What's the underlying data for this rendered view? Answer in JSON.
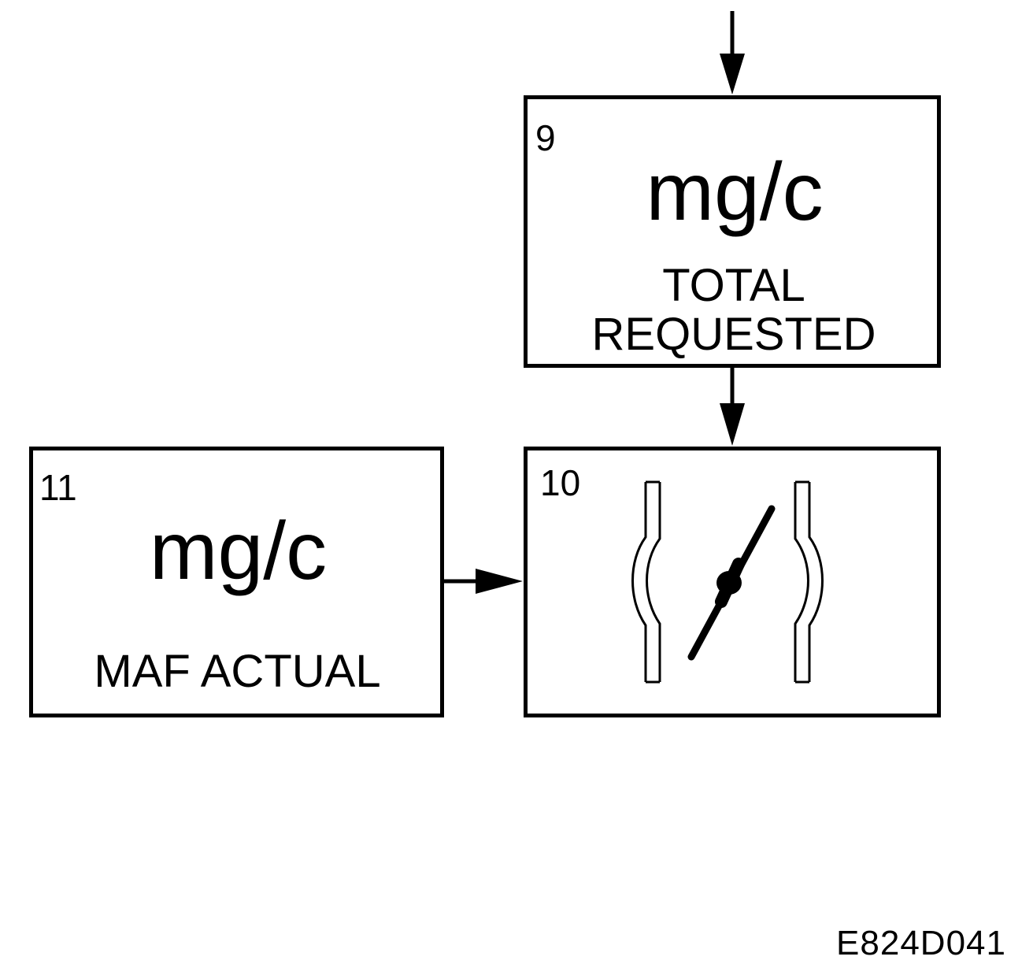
{
  "boxes": {
    "requested": {
      "number": "9",
      "unit": "mg/c",
      "label_line1": "TOTAL",
      "label_line2": "REQUESTED"
    },
    "throttle": {
      "number": "10"
    },
    "actual": {
      "number": "11",
      "unit": "mg/c",
      "label": "MAF ACTUAL"
    }
  },
  "reference_code": "E824D041",
  "icons": {
    "throttle": "throttle-body-icon"
  }
}
